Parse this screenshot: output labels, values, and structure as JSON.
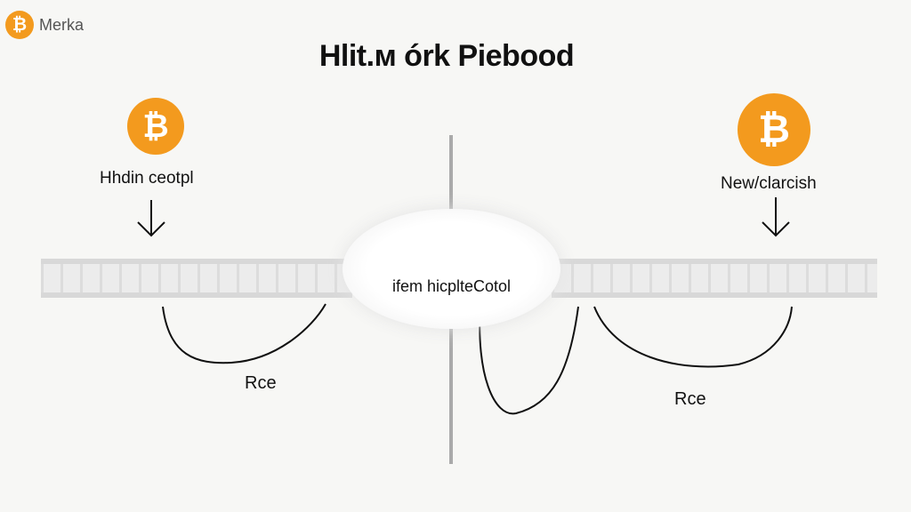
{
  "brand": {
    "name": "Merka",
    "icon": "bitcoin-icon"
  },
  "title": "Hlit.м órk Piebood",
  "left_node": {
    "label": "Hhdin ceotpl",
    "icon": "bitcoin-icon"
  },
  "right_node": {
    "label": "New/clarcish",
    "icon": "bitcoin-icon"
  },
  "center": {
    "label": "ifem hicplteCotol"
  },
  "left_loop_label": "Rce",
  "right_loop_label": "Rce",
  "colors": {
    "accent": "#f39a1e",
    "background": "#f7f7f5"
  }
}
